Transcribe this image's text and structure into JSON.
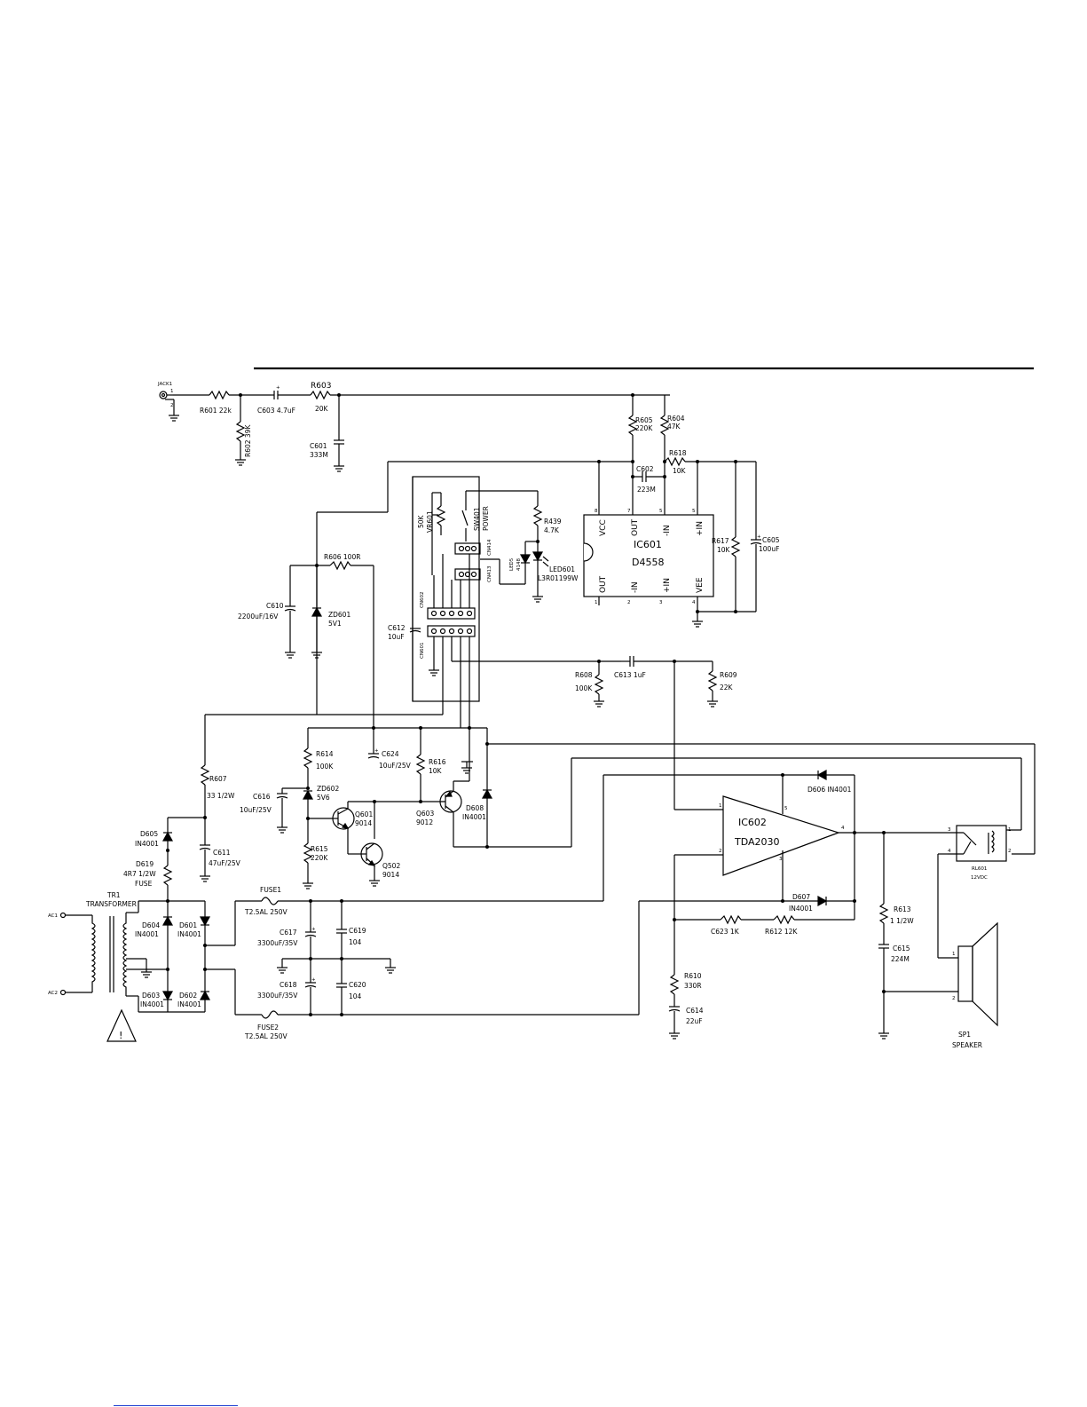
{
  "labels": {
    "jack1": "JACK1",
    "jack1_pin1": "1",
    "jack1_pin2": "2",
    "r601": "R601  22k",
    "r602": "R602  39K",
    "c603": "C603  4.7uF",
    "r603_name": "R603",
    "r603_val": "20K",
    "c601_name": "C601",
    "c601_val": "333M",
    "r605_name": "R605",
    "r605_val": "220K",
    "r604_name": "R604",
    "r604_val": "47K",
    "r618_name": "R618",
    "r618_val": "10K",
    "c602_name": "C602",
    "c602_val": "223M",
    "vr601_val": "50K",
    "vr601_name": "VR601",
    "sw401_name": "SW401",
    "sw401_val": "POWER",
    "r439_name": "R439",
    "r439_val": "4.7K",
    "led5_name": "LED5",
    "led5_val": "4148",
    "led601_name": "LED601",
    "led601_val": "L3R01199W",
    "cn414": "CN414",
    "cn413": "CN413",
    "ic601_name": "IC601",
    "ic601_part": "D4558",
    "ic601_vcc": "VCC",
    "ic601_out1": "OUT",
    "ic601_in1": "-IN",
    "ic601_pin_inp1": "+IN",
    "ic601_out2": "OUT",
    "ic601_in2": "-IN",
    "ic601_pin_inp2": "+IN",
    "ic601_vee": "VEE",
    "pin1": "1",
    "pin2": "2",
    "pin3": "3",
    "pin4": "4",
    "pin5": "5",
    "pin6": "6",
    "pin7": "7",
    "pin8": "8",
    "r617_name": "R617",
    "r617_val": "10K",
    "c605_name": "C605",
    "c605_val": "100uF",
    "r606": "R606  100R",
    "c610_name": "C610",
    "c610_val": "2200uF/16V",
    "zd601_name": "ZD601",
    "zd601_val": "5V1",
    "cn602": "CN602",
    "cn601": "CN601",
    "c612_name": "C612",
    "c612_val": "10uF",
    "r608_name": "R608",
    "r608_val": "100K",
    "c613": "C613    1uF",
    "r609_name": "R609",
    "r609_val": "22K",
    "r607_name": "R607",
    "r607_val": "33  1/2W",
    "r614_name": "R614",
    "r614_val": "100K",
    "c624_name": "C624",
    "c624_val": "10uF/25V",
    "r616_name": "R616",
    "r616_val": "10K",
    "c616_name": "C616",
    "c616_val": "10uF/25V",
    "zd602_name": "ZD602",
    "zd602_val": "5V6",
    "q601_name": "Q601",
    "q601_val": "9014",
    "q603_name": "Q603",
    "q603_val": "9012",
    "d608_name": "D608",
    "d608_val": "IN4001",
    "r615_name": "R615",
    "r615_val": "220K",
    "q502_name": "Q502",
    "q502_val": "9014",
    "d605_name": "D605",
    "d605_val": "IN4001",
    "c611_name": "C611",
    "c611_val": "47uF/25V",
    "d619_name": "D619",
    "d619_val": "4R7  1/2W",
    "d619_sub": "FUSE",
    "tr1_name": "TR1",
    "tr1_val": "TRANSFORMER",
    "ac1": "AC1",
    "ac2": "AC2",
    "d604_name": "D604",
    "d604_val": "IN4001",
    "d601_name": "D601",
    "d601_val": "IN4001",
    "d603_name": "D603",
    "d603_val": "IN4001",
    "d602_name": "D602",
    "d602_val": "IN4001",
    "fuse1_name": "FUSE1",
    "fuse1_val": "T2.5AL    250V",
    "fuse2_name": "FUSE2",
    "fuse2_val": "T2.5AL  250V",
    "c617_name": "C617",
    "c617_val": "3300uF/35V",
    "c619_name": "C619",
    "c619_val": "104",
    "c618_name": "C618",
    "c618_val": "3300uF/35V",
    "c620_name": "C620",
    "c620_val": "104",
    "ic602_name": "IC602",
    "ic602_part": "TDA2030",
    "d606": "D606  IN4001",
    "d607_name": "D607",
    "d607_val": "IN4001",
    "c623": "C623    1K",
    "r612": "R612    12K",
    "r610_name": "R610",
    "r610_val": "330R",
    "c614_name": "C614",
    "c614_val": "22uF",
    "r613_name": "R613",
    "r613_val": "1  1/2W",
    "c615_name": "C615",
    "c615_val": "224M",
    "rl601_name": "RL601",
    "rl601_val": "12VDC",
    "sp1_name": "SP1",
    "sp1_val": "SPEAKER",
    "warning_glyph": "!"
  }
}
